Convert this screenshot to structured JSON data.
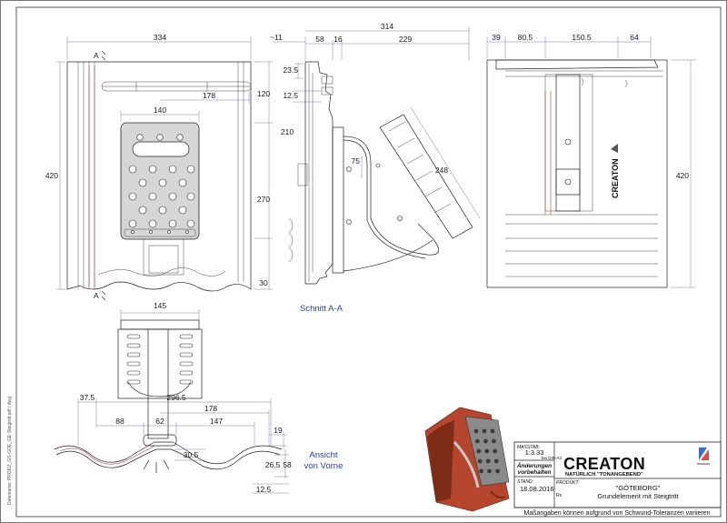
{
  "sidebar": {
    "filename": "Dateiname: PRODZ_GS-GOE_GE-Steigtritt.pdf / dwg"
  },
  "views": {
    "section_label": "Schnitt A-A",
    "front_label_line1": "Ansicht",
    "front_label_line2": "von Vorne",
    "section_marker": "A"
  },
  "dimensions": {
    "top_view": {
      "width": "334",
      "height": "420",
      "d178": "178",
      "d140": "140",
      "d120": "120",
      "d210": "210",
      "d270": "270",
      "d30": "30"
    },
    "section": {
      "d11": "~11",
      "d314": "314",
      "d58": "58",
      "d16": "16",
      "d229": "229",
      "d23_5": "23.5",
      "d12_5": "12.5",
      "d75": "75",
      "d248": "248"
    },
    "side_view": {
      "d39": "39",
      "d80_5": "80.5",
      "d150_5": "150.5",
      "d64": "64",
      "d420": "420"
    },
    "front_view": {
      "d145": "145",
      "d37_5": "37.5",
      "d296_5": "296.5",
      "d178": "178",
      "d88": "88",
      "d62": "62",
      "d147": "147",
      "d19": "19",
      "d30_5": "30.5",
      "d26_5": "26.5",
      "d58": "58",
      "d12_5": "12.5"
    }
  },
  "brand_on_tile": "CREATON",
  "title_block": {
    "scale_label": "MASSTAB:",
    "scale_value": "1:3.33",
    "scale_note": "bei DIN-A3",
    "changes_line1": "Änderungen",
    "changes_line2": "vorbehalten",
    "date_label": "STAND:",
    "date_value": "18.08.2016",
    "author": "Rs",
    "product_label": "PRODUKT:",
    "product_name": "\"GÖTEBORG\"",
    "product_desc": "Grundelement mit Steigtritt",
    "logo_text": "CREATON",
    "slogan": "NATÜRLICH \"TONANGEBEND\"",
    "footer": "Maßangaben können aufgrund von Schwund-Toleranzen variieren"
  },
  "colors": {
    "tile": "#b5452c",
    "tile_dark": "#7e2b17",
    "dimension_line": "#6a6aa8",
    "label_blue": "#2d3f9a",
    "logo_accent": "#3a6fd8"
  }
}
